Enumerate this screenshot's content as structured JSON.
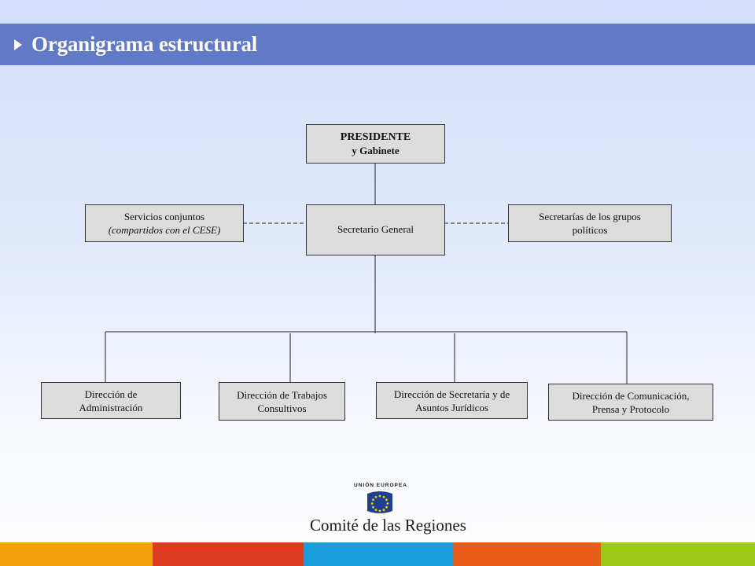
{
  "header": {
    "title": "Organigrama estructural",
    "arrow_icon": "triangle-right-icon",
    "bar_color": "#6279c8"
  },
  "org": {
    "president": {
      "line1": "PRESIDENTE",
      "line2": "y Gabinete"
    },
    "secretary_general": {
      "label": "Secretario General"
    },
    "shared_services": {
      "line1": "Servicios conjuntos",
      "line2": "(compartidos con el CESE)"
    },
    "political_groups": {
      "line1": "Secretarías de los grupos",
      "line2": "políticos"
    },
    "directorates": [
      {
        "line1": "Dirección de",
        "line2": "Administración"
      },
      {
        "line1": "Dirección de Trabajos",
        "line2": "Consultivos"
      },
      {
        "line1": "Dirección de Secretaría y de",
        "line2": "Asuntos Jurídicos"
      },
      {
        "line1": "Dirección de Comunicación,",
        "line2": "Prensa y Protocolo"
      }
    ]
  },
  "logo": {
    "top_text": "UNIÓN EUROPEA",
    "name": "Comité de las Regiones",
    "flag_icon": "eu-flag-icon",
    "flag_color": "#1f3f8f",
    "star_color": "#f5d000"
  },
  "footer_colors": [
    "#f2a20c",
    "#de3a1e",
    "#1a9ddb",
    "#ea5d18",
    "#9fc919"
  ]
}
